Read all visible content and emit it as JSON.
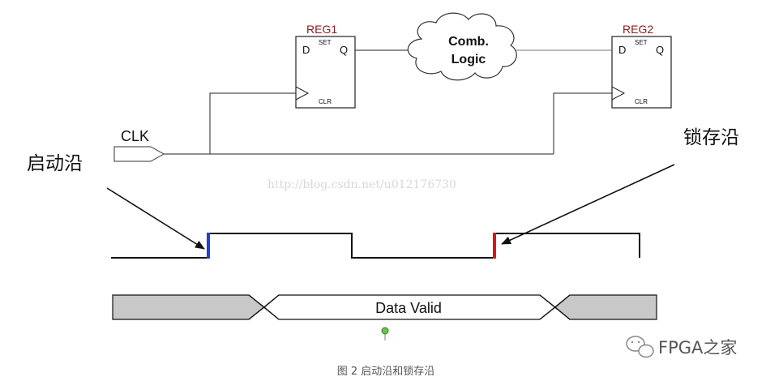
{
  "reg1": {
    "name": "REG1",
    "d": "D",
    "q": "Q",
    "set": "SET",
    "clr": "CLR"
  },
  "reg2": {
    "name": "REG2",
    "d": "D",
    "q": "Q",
    "set": "SET",
    "clr": "CLR"
  },
  "comb": {
    "line1": "Comb.",
    "line2": "Logic"
  },
  "clk_label": "CLK",
  "launch_edge_label": "启动沿",
  "latch_edge_label": "锁存沿",
  "data_label": "Data Valid",
  "watermark": "http://blog.csdn.net/u012176730",
  "brand": "FPGA之家",
  "caption": "图 2 启动沿和锁存沿",
  "colors": {
    "reg_name": "#8b1a1a",
    "launch_edge": "#1e3fd8",
    "latch_edge": "#e01414",
    "invalid_fill": "#c8c8c8",
    "marker": "#6cc24a"
  },
  "icons": {
    "brand_icon": "wechat-icon"
  }
}
